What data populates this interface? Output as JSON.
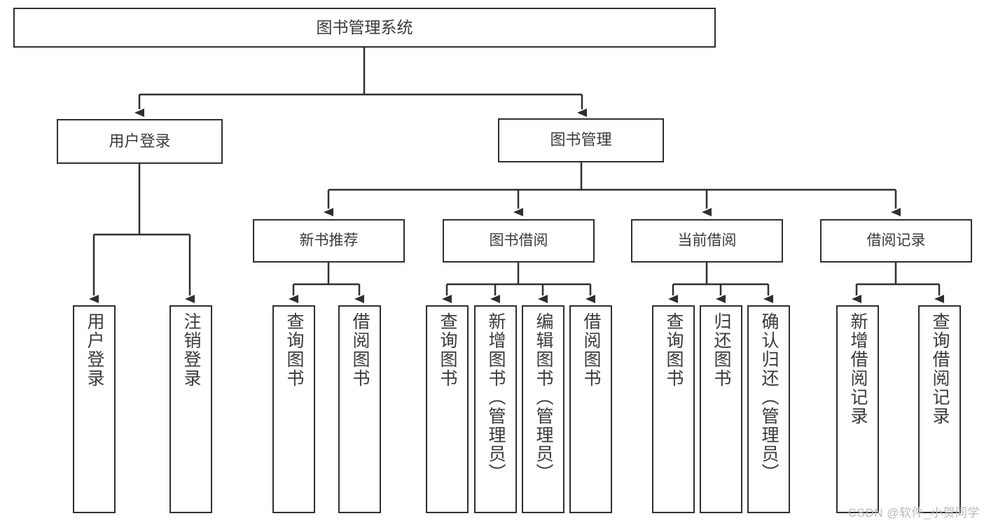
{
  "diagram": {
    "title": "图书管理系统",
    "type": "tree",
    "watermark": "CSDN @软件_小贺同学",
    "colors": {
      "stroke": "#2f2f2f",
      "text": "#3a3a3a",
      "background": "#ffffff",
      "watermark": "#b9b9b9"
    },
    "root": {
      "label": "图书管理系统"
    },
    "level1": [
      {
        "label": "用户登录"
      },
      {
        "label": "图书管理"
      }
    ],
    "level2": [
      {
        "label": "新书推荐"
      },
      {
        "label": "图书借阅"
      },
      {
        "label": "当前借阅"
      },
      {
        "label": "借阅记录"
      }
    ],
    "leaves": {
      "user_login": [
        {
          "label": "用户登录"
        },
        {
          "label": "注销登录"
        }
      ],
      "new_book_recommend": [
        {
          "label": "查询图书"
        },
        {
          "label": "借阅图书"
        }
      ],
      "book_borrow": [
        {
          "label": "查询图书"
        },
        {
          "label": "新增图书（管理员）"
        },
        {
          "label": "编辑图书（管理员）"
        },
        {
          "label": "借阅图书"
        }
      ],
      "current_borrow": [
        {
          "label": "查询图书"
        },
        {
          "label": "归还图书"
        },
        {
          "label": "确认归还（管理员）"
        }
      ],
      "borrow_record": [
        {
          "label": "新增借阅记录"
        },
        {
          "label": "查询借阅记录"
        }
      ]
    }
  }
}
